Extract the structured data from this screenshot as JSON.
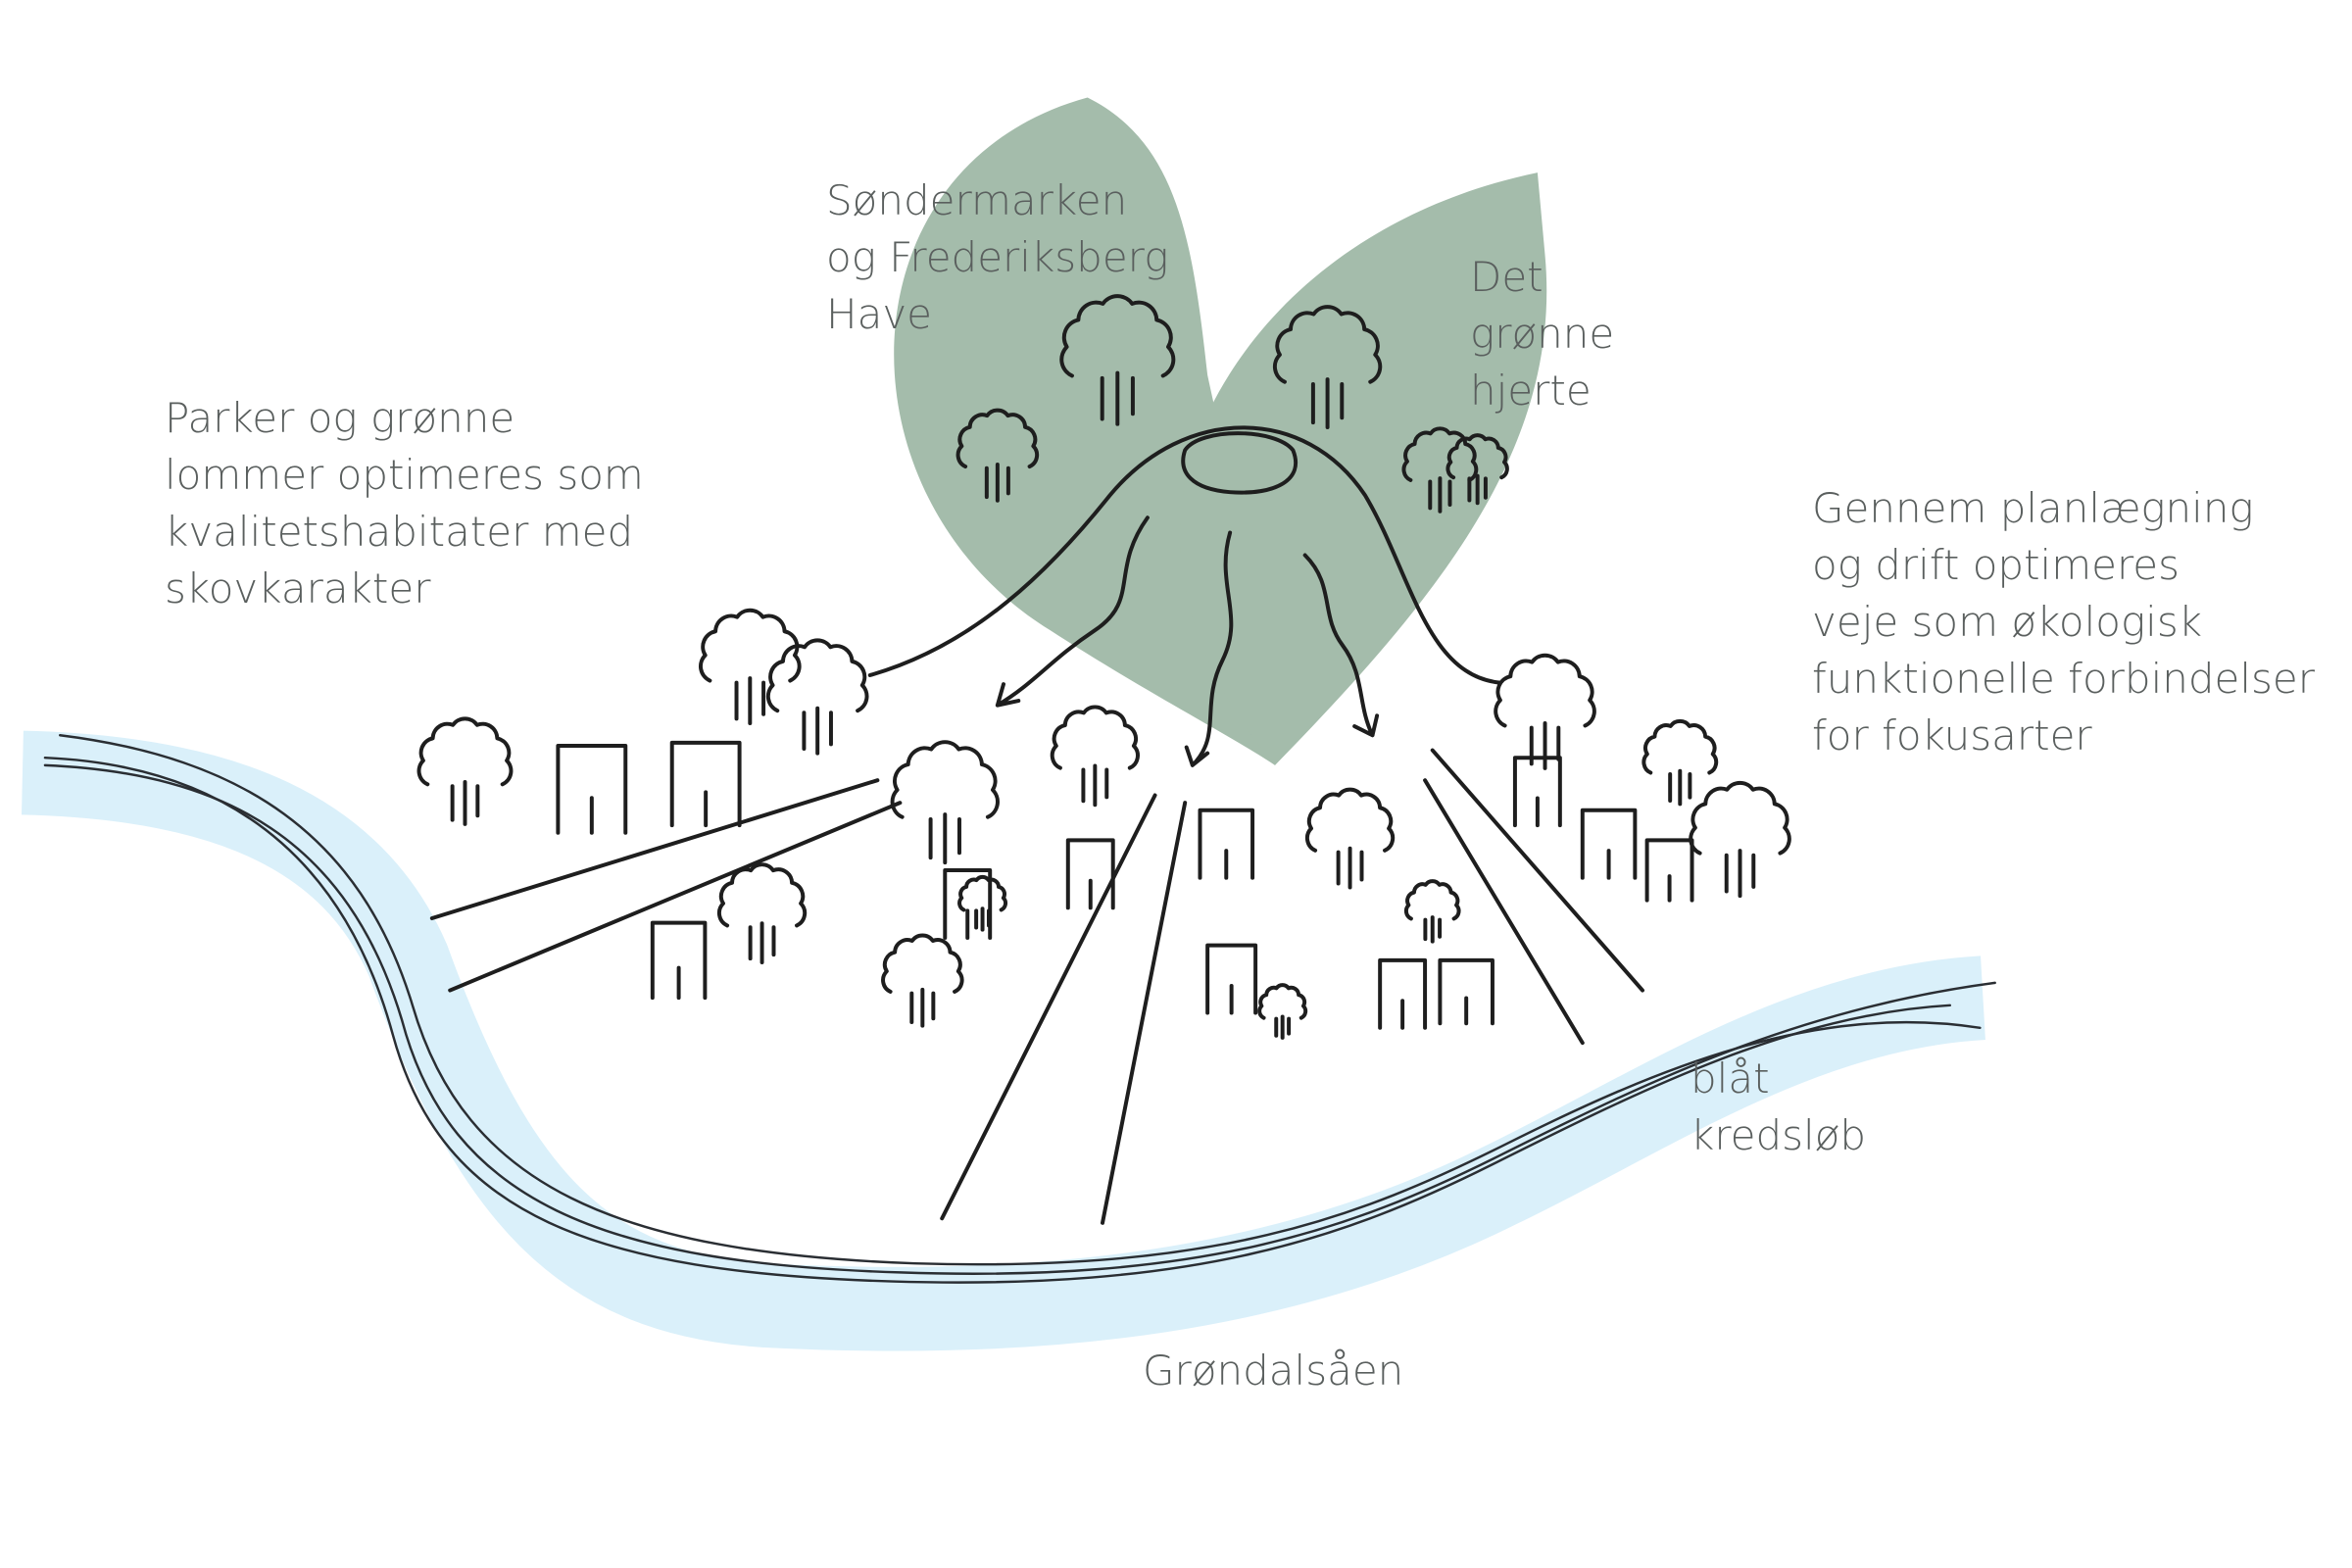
{
  "colors": {
    "green_area": "#a4bcab",
    "water": "#daf0fa",
    "ink": "#1e1e1e",
    "text": "#5a5f5e"
  },
  "labels": {
    "sondermarken": [
      "Søndermarken",
      "og Frederiksberg",
      "Have"
    ],
    "green_heart": [
      "Det",
      "grønne",
      "hjerte"
    ],
    "parks": [
      "Parker og grønne",
      "lommer optimeres som",
      "kvalitetshabitater med",
      "skovkarakter"
    ],
    "roads": [
      "Gennem planlægning",
      "og drift optimeres",
      "veje som økologisk",
      "funktionelle forbindelser",
      "for fokusarter"
    ],
    "blue_cycle": [
      "blåt",
      "kredsløb"
    ],
    "river": "Grøndalsåen"
  }
}
